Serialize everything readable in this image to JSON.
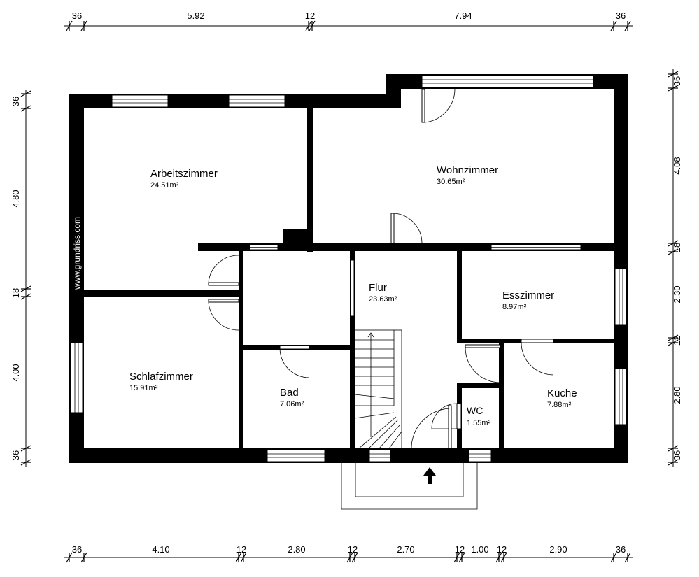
{
  "plan": {
    "watermark": "www.grundriss.com",
    "rooms": [
      {
        "key": "arbeitszimmer",
        "name": "Arbeitszimmer",
        "area": "24.51m²"
      },
      {
        "key": "wohnzimmer",
        "name": "Wohnzimmer",
        "area": "30.65m²"
      },
      {
        "key": "flur",
        "name": "Flur",
        "area": "23.63m²"
      },
      {
        "key": "esszimmer",
        "name": "Esszimmer",
        "area": "8.97m²"
      },
      {
        "key": "schlafzimmer",
        "name": "Schlafzimmer",
        "area": "15.91m²"
      },
      {
        "key": "bad",
        "name": "Bad",
        "area": "7.06m²"
      },
      {
        "key": "wc",
        "name": "WC",
        "area": "1.55m²"
      },
      {
        "key": "kueche",
        "name": "Küche",
        "area": "7.88m²"
      }
    ],
    "dimensions": {
      "top": [
        "36",
        "5.92",
        "12",
        "7.94",
        "36"
      ],
      "bottom": [
        "36",
        "4.10",
        "12",
        "2.80",
        "12",
        "2.70",
        "12",
        "1.00",
        "12",
        "2.90",
        "36"
      ],
      "left": [
        "36",
        "4.80",
        "18",
        "4.00",
        "36"
      ],
      "right": [
        "36",
        "4.08",
        "18",
        "2.30",
        "12",
        "2.80",
        "36"
      ]
    },
    "entrance_arrow": "⬆"
  }
}
